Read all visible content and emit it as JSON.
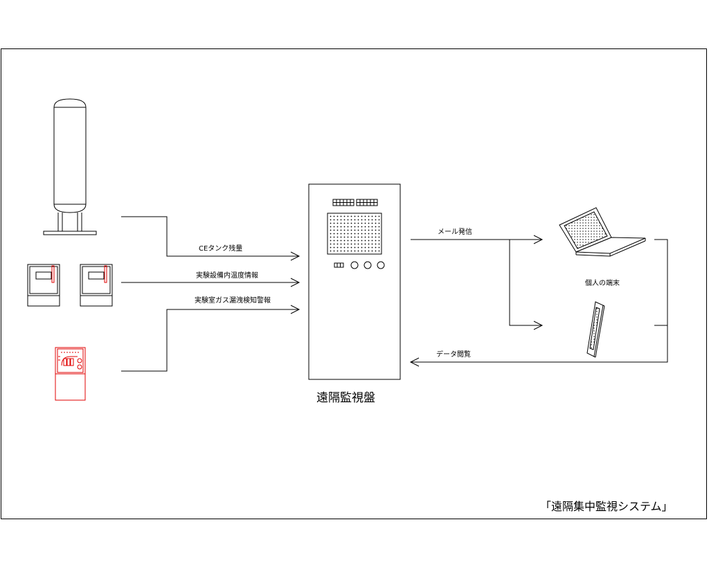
{
  "labels": {
    "ce_tank": "CEタンク残量",
    "temperature": "実験設備内温度情報",
    "gas_leak": "実験室ガス漏洩検知警報",
    "mail": "メール発信",
    "personal_terminal": "個人の端末",
    "data_view": "データ閲覧",
    "panel": "遠隔監視盤",
    "system_title": "「遠隔集中監視システム」"
  },
  "colors": {
    "line": "#000000",
    "alarm_device": "#e00000"
  },
  "icons": {
    "tank": "ce-tank-icon",
    "monitor": "monitor-unit-icon",
    "gas_alarm": "gas-detector-icon",
    "laptop": "laptop-icon",
    "tablet": "tablet-icon",
    "arrow": "arrow-right-icon"
  }
}
